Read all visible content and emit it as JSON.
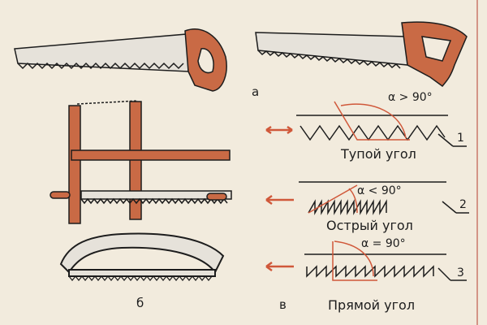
{
  "figure_labels": {
    "a": "а",
    "b": "б",
    "v": "в"
  },
  "teeth": [
    {
      "number": "1",
      "angle": "α > 90°",
      "caption": "Тупой угол"
    },
    {
      "number": "2",
      "angle": "α < 90°",
      "caption": "Острый угол"
    },
    {
      "number": "3",
      "angle": "α = 90°",
      "caption": "Прямой угол"
    }
  ],
  "colors": {
    "background": "#f2ebdd",
    "handle": "#c96a45",
    "arrow": "#d0583a",
    "blade": "#e6e2da",
    "ink": "#1d1d1d"
  }
}
